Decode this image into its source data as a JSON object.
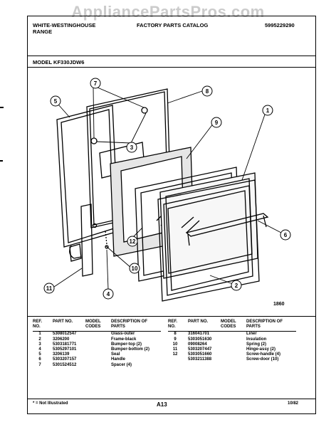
{
  "watermark": "AppliancePartsPros.com",
  "header": {
    "brand_line1": "WHITE-WESTINGHOUSE",
    "brand_line2": "RANGE",
    "catalog_title": "FACTORY PARTS CATALOG",
    "catalog_number": "5995229290"
  },
  "model": "MODEL KF330JDW6",
  "diagram": {
    "figure_number": "1860",
    "callouts": [
      "1",
      "2",
      "3",
      "4",
      "5",
      "6",
      "7",
      "8",
      "9",
      "10",
      "11",
      "12"
    ]
  },
  "parts_table": {
    "headers": {
      "ref_no": "REF. NO.",
      "part_no": "PART NO.",
      "model_codes": "MODEL CODES",
      "description": "DESCRIPTION OF PARTS"
    },
    "left": [
      {
        "ref": "1",
        "part": "5308012547",
        "desc": "Glass-outer"
      },
      {
        "ref": "2",
        "part": "3206200",
        "desc": "Frame-black"
      },
      {
        "ref": "3",
        "part": "5303181771",
        "desc": "Bumper-top (2)"
      },
      {
        "ref": "4",
        "part": "5305297101",
        "desc": "Bumper-bottom (2)"
      },
      {
        "ref": "5",
        "part": "3206139",
        "desc": "Seal"
      },
      {
        "ref": "6",
        "part": "5303207157",
        "desc": "Handle"
      },
      {
        "ref": "7",
        "part": "5301524512",
        "desc": "Spacer (4)"
      }
    ],
    "right": [
      {
        "ref": "8",
        "part": "316041701",
        "desc": "Liner"
      },
      {
        "ref": "9",
        "part": "5303051630",
        "desc": "Insulation"
      },
      {
        "ref": "10",
        "part": "09008264",
        "desc": "Spring (2)"
      },
      {
        "ref": "11",
        "part": "5303207447",
        "desc": "Hinge-assy (2)"
      },
      {
        "ref": "12",
        "part": "5303051660",
        "desc": "Screw-handle (4)"
      },
      {
        "ref": "",
        "part": "5303211388",
        "desc": "Screw-door (10)"
      }
    ]
  },
  "footer": {
    "note": "* = Not Illustrated",
    "page": "A13",
    "date": "10/82"
  }
}
